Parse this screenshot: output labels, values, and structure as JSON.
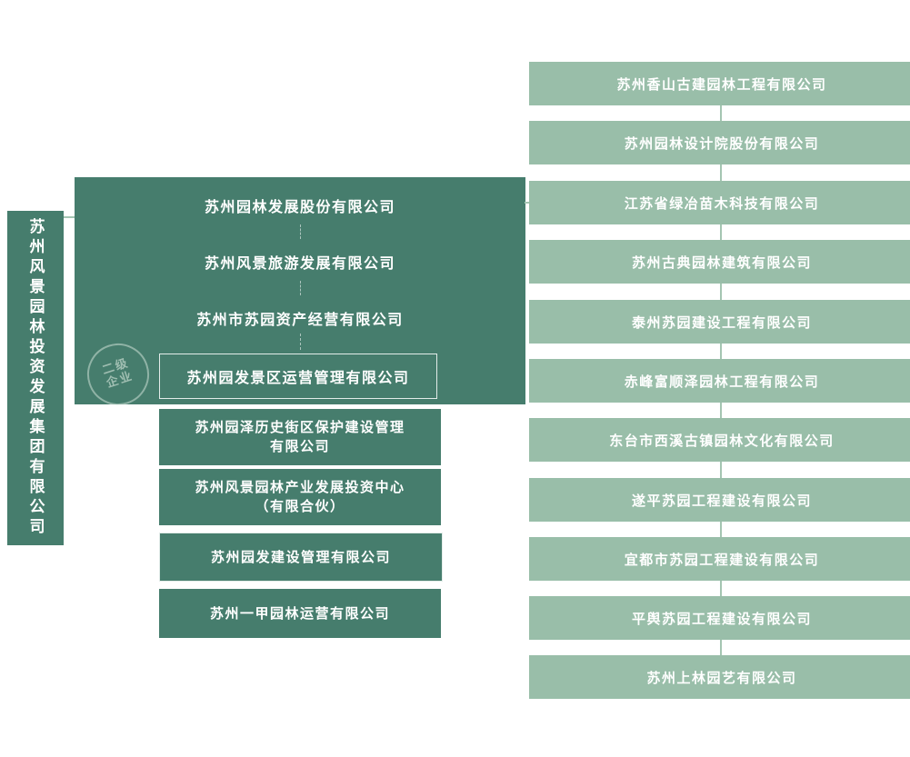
{
  "colors": {
    "dark_green": "#467d6d",
    "light_green": "#99bea9",
    "connector": "#a4c5b2"
  },
  "root_company": "苏州风景园林投资发展集团有限公司",
  "watermark": {
    "line1": "二级",
    "line2": "企业"
  },
  "level2": {
    "panel_rows": [
      "苏州园林发展股份有限公司",
      "苏州风景旅游发展有限公司",
      "苏州市苏园资产经营有限公司",
      "苏州园发景区运营管理有限公司"
    ],
    "boxes": [
      {
        "line1": "苏州园泽历史街区保护建设管理",
        "line2": "有限公司"
      },
      {
        "line1": "苏州风景园林产业发展投资中心",
        "line2": "（有限合伙）"
      },
      {
        "line1": "苏州园发建设管理有限公司",
        "line2": ""
      },
      {
        "line1": "苏州一甲园林运营有限公司",
        "line2": ""
      }
    ]
  },
  "level3": [
    "苏州香山古建园林工程有限公司",
    "苏州园林设计院股份有限公司",
    "江苏省绿冶苗木科技有限公司",
    "苏州古典园林建筑有限公司",
    "泰州苏园建设工程有限公司",
    "赤峰富顺泽园林工程有限公司",
    "东台市西溪古镇园林文化有限公司",
    "遂平苏园工程建设有限公司",
    "宜都市苏园工程建设有限公司",
    "平舆苏园工程建设有限公司",
    "苏州上林园艺有限公司"
  ]
}
